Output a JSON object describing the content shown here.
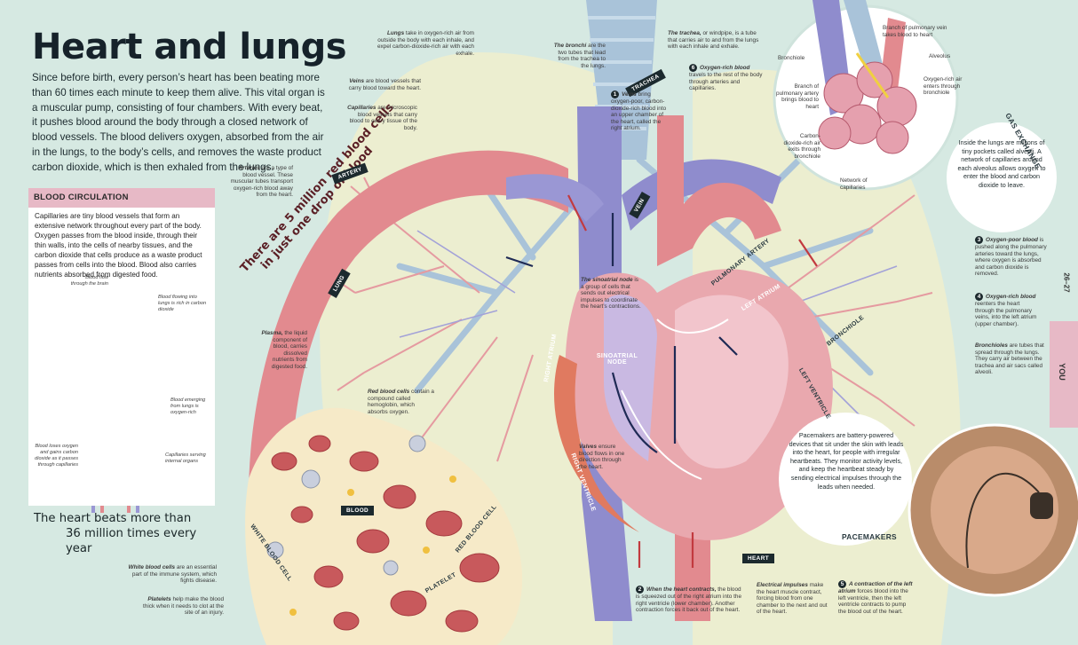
{
  "title": "Heart and lungs",
  "intro": "Since before birth, every person’s heart has been beating more than 60 times each minute to keep them alive. This vital organ is a muscular pump, consisting of four chambers. With every beat, it pushes blood around the body through a closed network of blood vessels. The blood delivers oxygen, absorbed from the air in the lungs, to the body’s cells, and removes the waste product carbon dioxide, which is then exhaled from the lungs.",
  "blood_circulation": {
    "heading": "BLOOD CIRCULATION",
    "text": "Capillaries are tiny blood vessels that form an extensive network throughout every part of the body. Oxygen passes from the blood inside, through their thin walls, into the cells of nearby tissues, and the carbon dioxide that cells produce as a waste product passes from cells into the blood. Blood also carries nutrients absorbed from digested food.",
    "labels": {
      "flow_brain": "Blood flow through the brain",
      "flow_lungs": "Blood flowing into lungs is rich in carbon dioxide",
      "emerging": "Blood emerging from lungs is oxygen-rich",
      "loses_oxygen": "Blood loses oxygen and gains carbon dioxide as it passes through capillaries",
      "capillaries_organs": "Capillaries serving internal organs"
    }
  },
  "heart_stat": [
    "The heart beats more than",
    "36 million times every year"
  ],
  "red_cells_stat_1": "There are 5 million red blood cells",
  "red_cells_stat_2": "in just one drop of blood",
  "tags": {
    "artery": "ARTERY",
    "vein": "VEIN",
    "lung": "LUNG",
    "trachea": "TRACHEA",
    "blood": "BLOOD",
    "heart": "HEART",
    "sinoatrial": "SINOATRIAL NODE",
    "right_atrium": "RIGHT ATRIUM",
    "right_ventricle": "RIGHT VENTRICLE",
    "left_atrium": "LEFT ATRIUM",
    "left_ventricle": "LEFT VENTRICLE",
    "pulmonary_artery": "PULMONARY ARTERY",
    "bronchiole": "BRONCHIOLE",
    "white_cell": "WHITE BLOOD CELL",
    "red_cell": "RED BLOOD CELL",
    "platelet": "PLATELET",
    "gas_exchange": "GAS EXCHANGE",
    "pacemakers": "PACEMAKERS"
  },
  "annotations": {
    "lungs_lead": "Lungs",
    "lungs": "take in oxygen-rich air from outside the body with each inhale, and expel carbon-dioxide-rich air with each exhale.",
    "bronchi_lead": "The bronchi",
    "bronchi": "are the two tubes that lead from the trachea to the lungs.",
    "trachea_lead": "The trachea,",
    "trachea": "or windpipe, is a tube that carries air to and from the lungs with each inhale and exhale.",
    "veins_lead": "Veins",
    "veins": "are blood vessels that carry blood toward the heart.",
    "capillaries_lead": "Capillaries",
    "capillaries": "are microscopic blood vessels that carry blood to every tissue of the body.",
    "arteries_lead": "Arteries",
    "arteries": "are a type of blood vessel. These muscular tubes transport oxygen-rich blood away from the heart.",
    "plasma_lead": "Plasma,",
    "plasma": "the liquid component of blood, carries dissolved nutrients from digested food.",
    "red_cells_lead": "Red blood cells",
    "red_cells": "contain a compound called hemoglobin, which absorbs oxygen.",
    "white_cells_lead": "White blood cells",
    "white_cells": "are an essential part of the immune system, which fights disease.",
    "platelets_lead": "Platelets",
    "platelets": "help make the blood thick when it needs to clot at the site of an injury.",
    "veins_bring_num": "1",
    "veins_bring_lead": "Veins",
    "veins_bring": "bring oxygen-poor, carbon-dioxide-rich blood into an upper chamber of the heart, called the right atrium.",
    "sinoatrial_lead": "The sinoatrial node",
    "sinoatrial": "is a group of cells that sends out electrical impulses to coordinate the heart’s contractions.",
    "valves_lead": "Valves",
    "valves": "ensure blood flows in one direction through the heart.",
    "oxygen_rich_num": "6",
    "oxygen_rich_lead": "Oxygen-rich blood",
    "oxygen_rich": "travels to the rest of the body through arteries and capillaries.",
    "contracts_num": "2",
    "contracts_lead": "When the heart contracts,",
    "contracts": "the blood is squeezed out of the right atrium into the right ventricle (lower chamber). Another contraction forces it back out of the heart.",
    "impulses_lead": "Electrical impulses",
    "impulses": "make the heart muscle contract, forcing blood from one chamber to the next and out of the heart.",
    "left_atrium_num": "5",
    "left_atrium_lead": "A contraction of the left atrium",
    "left_atrium": "forces blood into the left ventricle, then the left ventricle contracts to pump the blood out of the heart.",
    "oxygen_poor_num": "3",
    "oxygen_poor_lead": "Oxygen-poor blood",
    "oxygen_poor": "is pushed along the pulmonary arteries toward the lungs, where oxygen is absorbed and carbon dioxide is removed.",
    "oxygen_rich2_num": "4",
    "oxygen_rich2_lead": "Oxygen-rich blood",
    "oxygen_rich2": "reenters the heart through the pulmonary veins, into the left atrium (upper chamber).",
    "bronchioles_lead": "Bronchioles",
    "bronchioles": "are tubes that spread through the lungs. They carry air between the trachea and air sacs called alveoli."
  },
  "gas": {
    "branch_vein": "Branch of pulmonary vein takes blood to heart",
    "bronchiole": "Bronchiole",
    "alveolus": "Alveolus",
    "branch_artery": "Branch of pulmonary artery brings blood to heart",
    "oxygen_air": "Oxygen-rich air enters through bronchiole",
    "co2_air": "Carbon-dioxide-rich air exits through bronchiole",
    "network": "Network of capillaries",
    "circle_text": "Inside the lungs are millions of tiny pockets called alveoli. A network of capillaries around each alveolus allows oxygen to enter the blood and carbon dioxide to leave."
  },
  "pacemaker_text": "Pacemakers are battery-powered devices that sit under the skin with leads into the heart, for people with irregular heartbeats. They monitor activity levels, and keep the heartbeat steady by sending electrical impulses through the leads when needed.",
  "page_number": "26–27",
  "side_tab": "YOU",
  "colors": {
    "background": "#d6e9e2",
    "lung": "#eceed0",
    "artery": "#e28a8f",
    "vein": "#8f8ccd",
    "heart": "#e9a8ae",
    "tab": "#e7b9c6"
  }
}
